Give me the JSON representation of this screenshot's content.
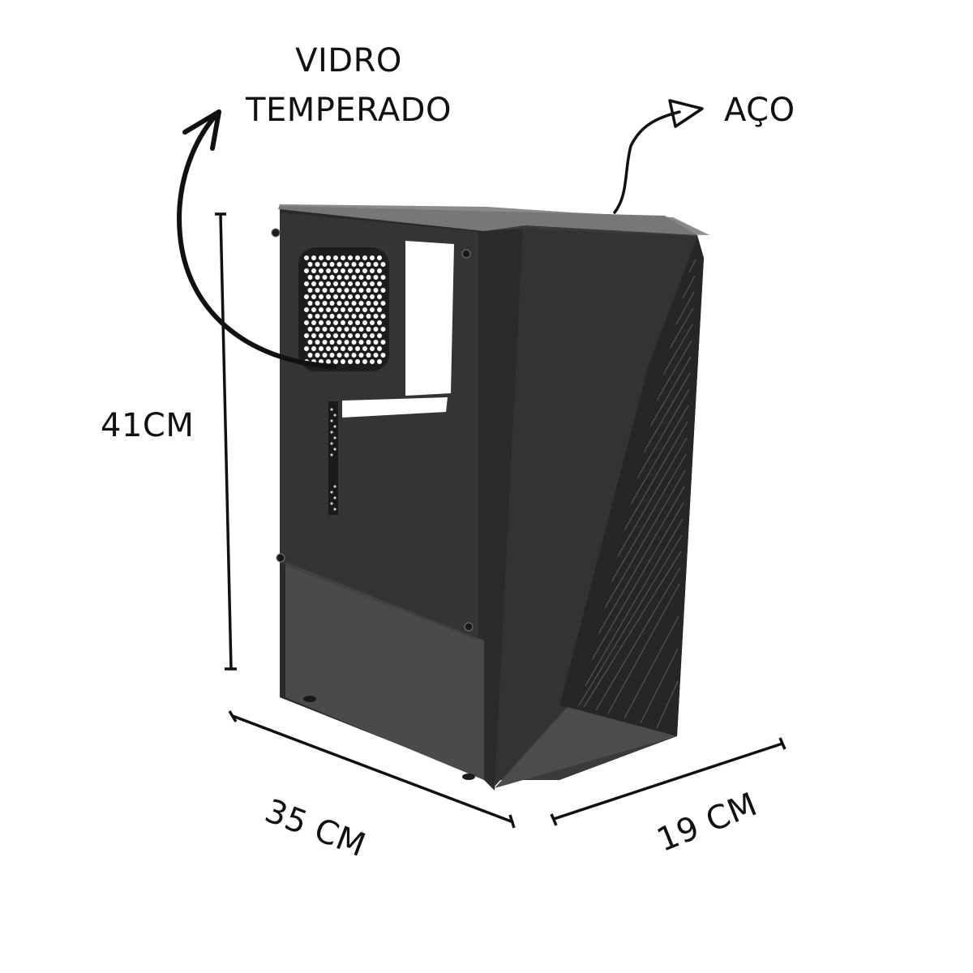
{
  "labels": {
    "material_glass_line1": "VIDRO",
    "material_glass_line2": "TEMPERADO",
    "material_steel": "AÇO",
    "height": "41CM",
    "depth": "35 CM",
    "width": "19 CM"
  },
  "dimensions": {
    "height_cm": 41,
    "depth_cm": 35,
    "width_cm": 19
  },
  "colors": {
    "background": "#ffffff",
    "annotation": "#111111",
    "case_body": "#3a3a3a",
    "case_front": "#2e2e2e",
    "case_shroud": "#454545"
  }
}
